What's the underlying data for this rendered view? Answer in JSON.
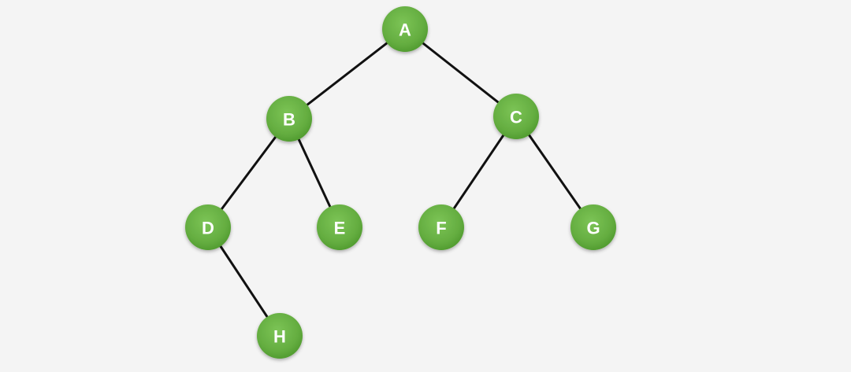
{
  "colors": {
    "background": "#f4f4f4",
    "node_fill": "#6bb548",
    "node_fill_dark": "#4f9a2e",
    "edge": "#111111",
    "label": "#ffffff"
  },
  "tree": {
    "nodes": [
      {
        "id": "A",
        "label": "A"
      },
      {
        "id": "B",
        "label": "B"
      },
      {
        "id": "C",
        "label": "C"
      },
      {
        "id": "D",
        "label": "D"
      },
      {
        "id": "E",
        "label": "E"
      },
      {
        "id": "F",
        "label": "F"
      },
      {
        "id": "G",
        "label": "G"
      },
      {
        "id": "H",
        "label": "H"
      }
    ],
    "edges": [
      {
        "from": "A",
        "to": "B"
      },
      {
        "from": "A",
        "to": "C"
      },
      {
        "from": "B",
        "to": "D"
      },
      {
        "from": "B",
        "to": "E"
      },
      {
        "from": "C",
        "to": "F"
      },
      {
        "from": "C",
        "to": "G"
      },
      {
        "from": "D",
        "to": "H"
      }
    ]
  }
}
